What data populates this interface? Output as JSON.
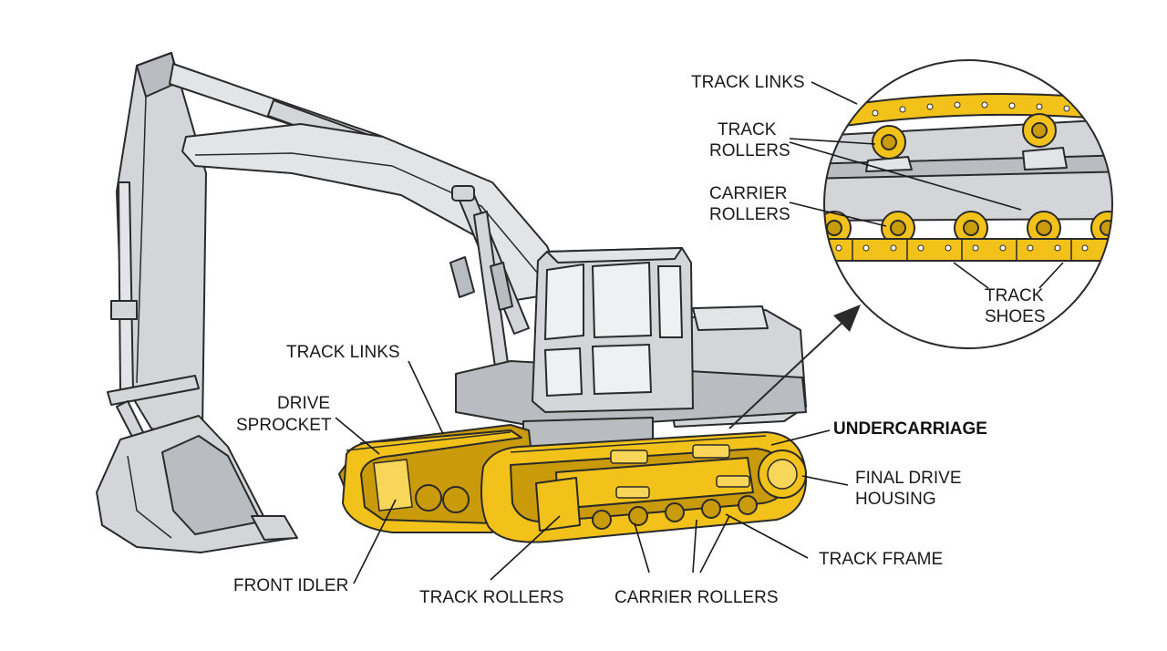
{
  "labels": {
    "track_links_main": "TRACK LINKS",
    "drive_sprocket_1": "DRIVE",
    "drive_sprocket_2": "SPROCKET",
    "front_idler": "FRONT IDLER",
    "track_rollers_main": "TRACK ROLLERS",
    "carrier_rollers_main": "CARRIER ROLLERS",
    "track_frame": "TRACK FRAME",
    "final_drive_1": "FINAL DRIVE",
    "final_drive_2": "HOUSING",
    "undercarriage": "UNDERCARRIAGE"
  },
  "inset_labels": {
    "track_links": "TRACK LINKS",
    "track_rollers_1": "TRACK",
    "track_rollers_2": "ROLLERS",
    "carrier_rollers_1": "CARRIER",
    "carrier_rollers_2": "ROLLERS",
    "track_shoes_1": "TRACK",
    "track_shoes_2": "SHOES"
  },
  "colors": {
    "machine_body": "#d3d5d8",
    "undercarriage": "#f2c21b",
    "outline": "#2a2a2a"
  }
}
